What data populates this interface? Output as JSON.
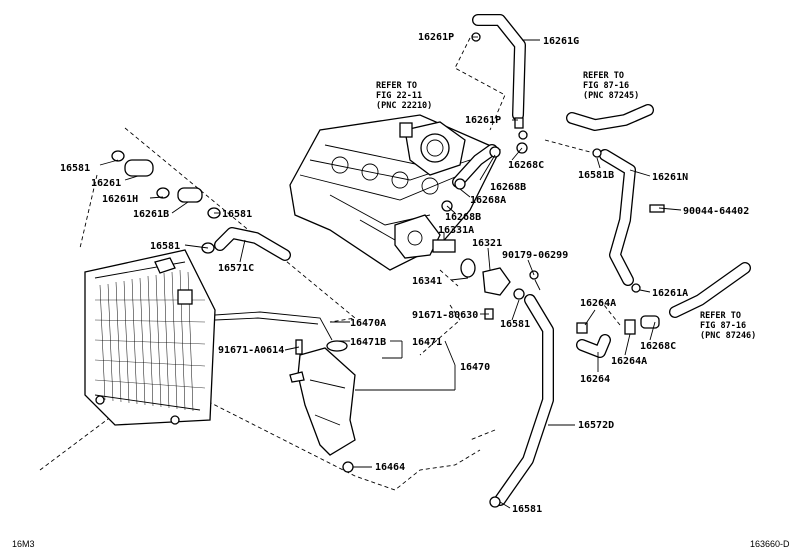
{
  "parts": {
    "p16261P_top": "16261P",
    "p16261G": "16261G",
    "p16261P_mid": "16261P",
    "p16268C_top": "16268C",
    "p16581B": "16581B",
    "p16261N": "16261N",
    "p16268B_top": "16268B",
    "p16268A": "16268A",
    "p16268B": "16268B",
    "p16581_a": "16581",
    "p16261": "16261",
    "p16261H": "16261H",
    "p16261B": "16261B",
    "p16581_b": "16581",
    "p16581_c": "16581",
    "p16571C": "16571C",
    "p16331A": "16331A",
    "p16321": "16321",
    "p90044": "90044-64402",
    "p90179": "90179-06299",
    "p16341": "16341",
    "p16261A": "16261A",
    "p16264A_top": "16264A",
    "p16470A": "16470A",
    "p91671_80630": "91671-80630",
    "p16581_d": "16581",
    "p16268C_bot": "16268C",
    "p16471B": "16471B",
    "p16471": "16471",
    "p91671_A0614": "91671-A0614",
    "p16264A_bot": "16264A",
    "p16470": "16470",
    "p16264": "16264",
    "p16572D": "16572D",
    "p16464": "16464",
    "p16581_e": "16581"
  },
  "refs": {
    "r1": [
      "REFER TO",
      "FIG 22-11",
      "(PNC 22210)"
    ],
    "r2": [
      "REFER TO",
      "FIG 87-16",
      "(PNC 87245)"
    ],
    "r3": [
      "REFER TO",
      "FIG 87-16",
      "(PNC 87246)"
    ]
  },
  "footer": {
    "left": "16M3",
    "right": "163660-D"
  }
}
